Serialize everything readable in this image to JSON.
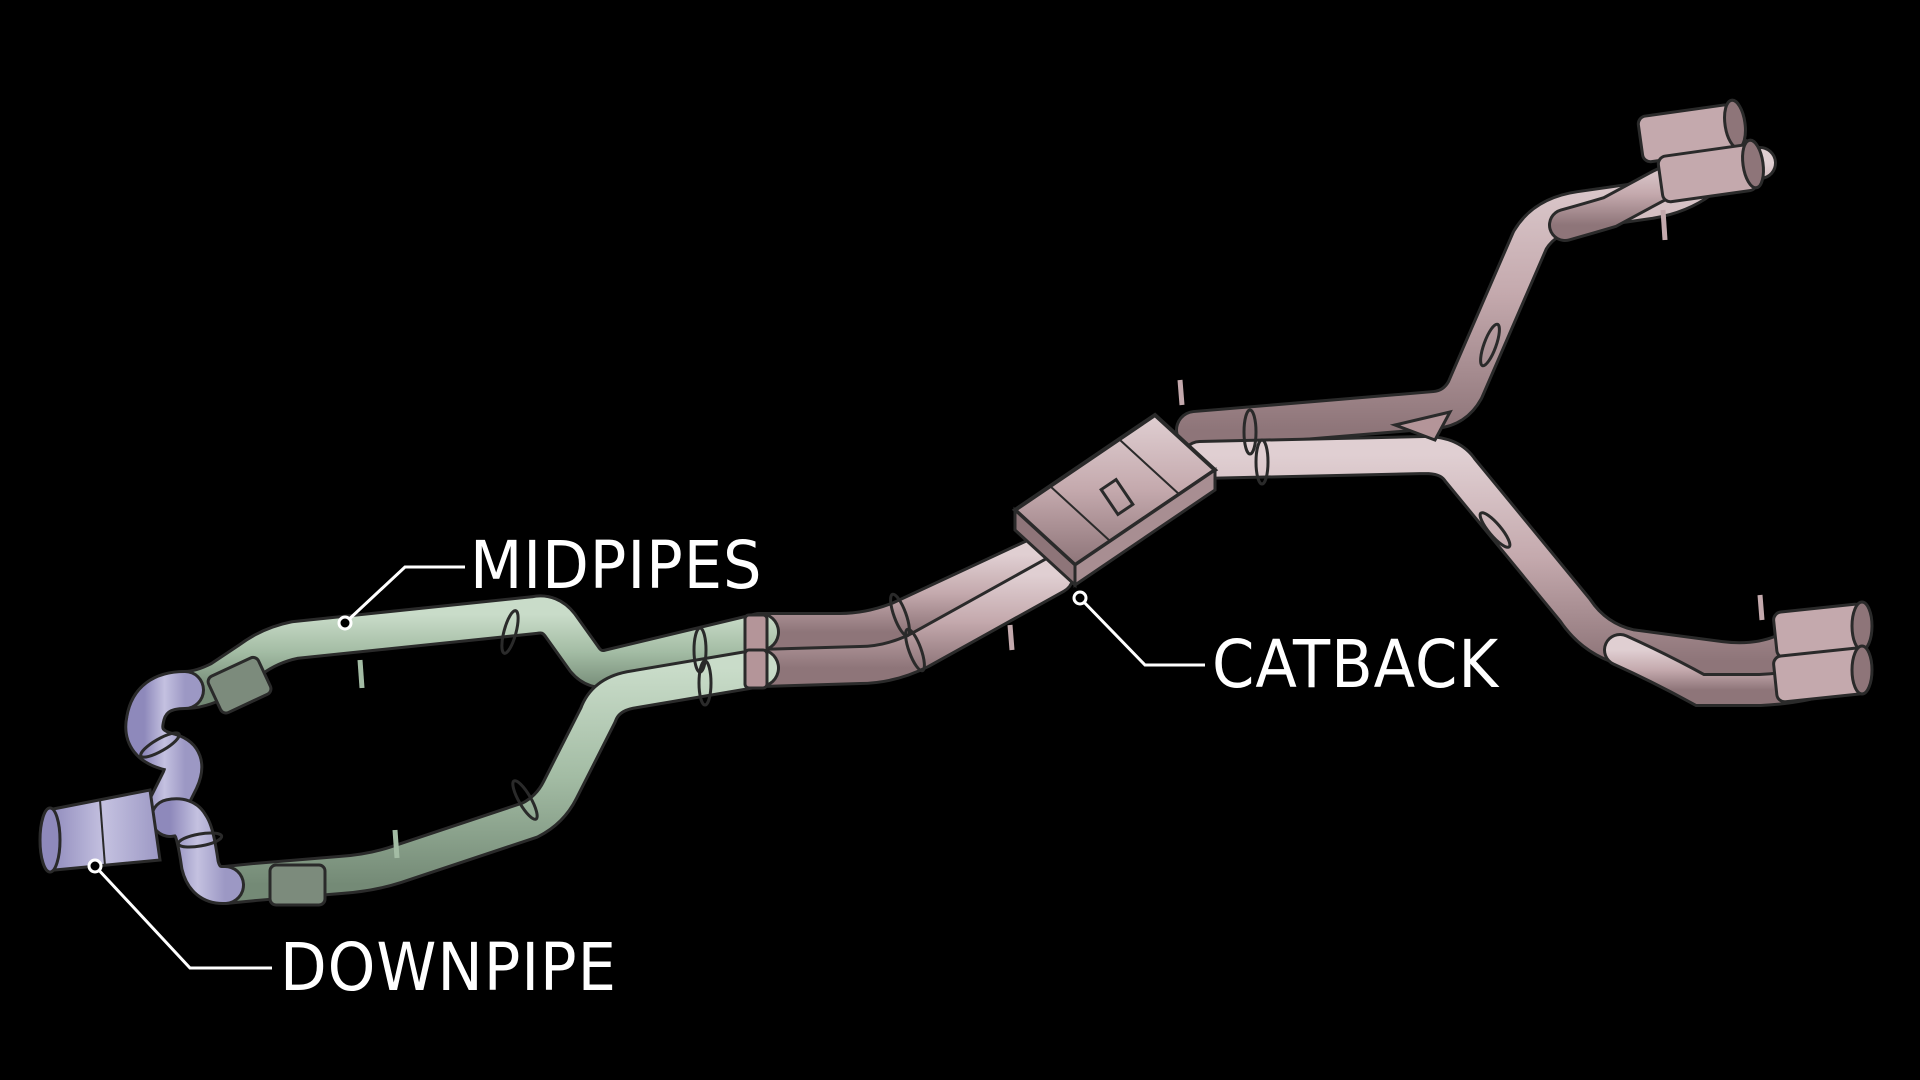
{
  "labels": {
    "midpipes": "MIDPIPES",
    "catback": "CATBACK",
    "downpipe": "DOWNPIPE"
  },
  "colors": {
    "background": "#000000",
    "downpipe": "#a8a4cc",
    "midpipes": "#a3bca4",
    "catback": "#c4a9ad",
    "outline": "#2a2a2a",
    "callout": "#ffffff"
  },
  "sections": [
    {
      "name": "downpipe",
      "color_key": "downpipe"
    },
    {
      "name": "midpipes",
      "color_key": "midpipes"
    },
    {
      "name": "catback",
      "color_key": "catback"
    }
  ]
}
